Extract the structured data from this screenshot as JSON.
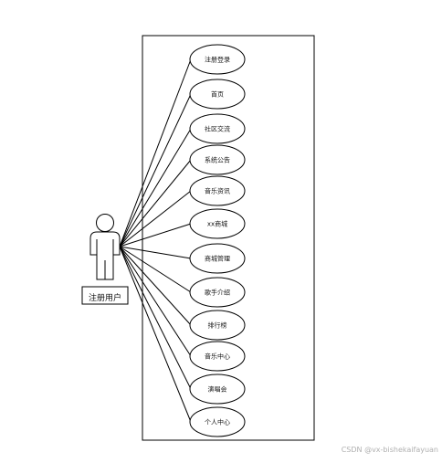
{
  "actor": {
    "label": "注册用户"
  },
  "use_cases": [
    "注册登录",
    "首页",
    "社区交流",
    "系统公告",
    "音乐资讯",
    "xx商城",
    "商城管理",
    "歌手介绍",
    "排行榜",
    "音乐中心",
    "演唱会",
    "个人中心"
  ],
  "watermark": "CSDN @vx-bishekaifayuan"
}
